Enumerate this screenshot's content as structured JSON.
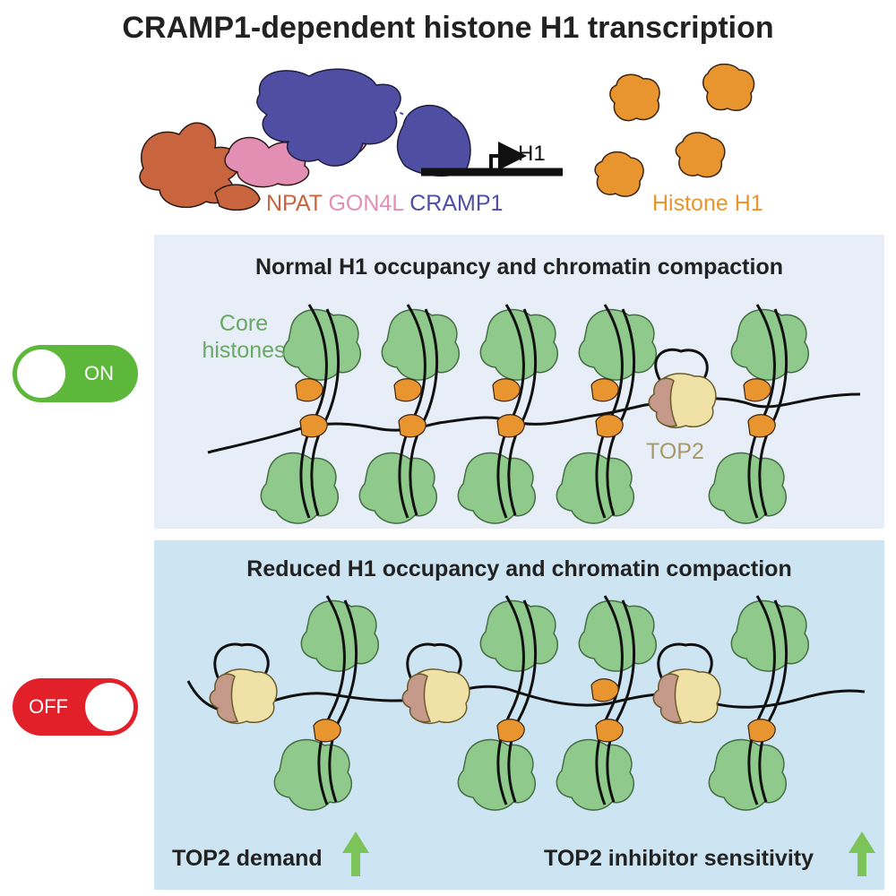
{
  "title": "CRAMP1-dependent histone H1 transcription",
  "legend": {
    "npat": "NPAT",
    "gon4l": "GON4L",
    "cramp1": "CRAMP1",
    "gene_label": "H1",
    "histone_h1": "Histone H1"
  },
  "panel_on": {
    "title": "Normal H1 occupancy and chromatin compaction",
    "core_histones": "Core\nhistones",
    "top2": "TOP2",
    "toggle_label": "ON"
  },
  "panel_off": {
    "title": "Reduced H1 occupancy and chromatin compaction",
    "toggle_label": "OFF",
    "note_left": "TOP2 demand",
    "note_right": "TOP2 inhibitor sensitivity"
  },
  "colors": {
    "npat": "#c8643e",
    "gon4l": "#e38fb4",
    "cramp1": "#4f4ea3",
    "histone_h1": "#e8952f",
    "core_histone": "#8fc98c",
    "top2": "#f0e1a6",
    "on_toggle": "#5cb73a",
    "off_toggle": "#e2202a",
    "arrow": "#7cc45a",
    "panel_on_bg": "#e7eef8",
    "panel_off_bg": "#cde4f3"
  }
}
